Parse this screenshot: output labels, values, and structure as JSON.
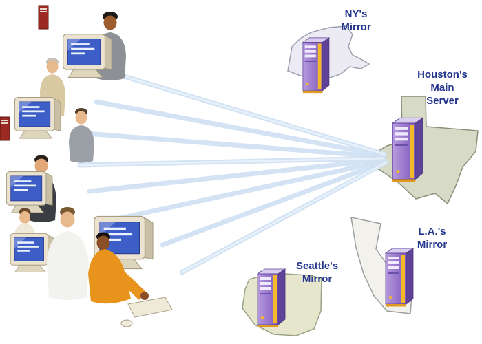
{
  "diagram": {
    "labels": {
      "ny": "NY's\nMirror",
      "houston": "Houston's\nMain\nServer",
      "la": "L.A.'s\nMirror",
      "seattle": "Seattle's\nMirror"
    },
    "colors": {
      "background": "#ffffff",
      "label_text": "#24368e",
      "beam": "#d2e2f4",
      "server_body": "#8f6cc5",
      "server_accent": "#f3b929",
      "state_texas_fill": "#d6dac6",
      "state_newyork_fill": "#eceaf2",
      "state_california_fill": "#f2f1ec",
      "state_washington_fill": "#e6e6cc"
    },
    "icons": {
      "server": "server-tower-icon",
      "clients": "users-at-computers-cluster",
      "ny_state": "new-york-state-shape",
      "texas_state": "texas-state-shape",
      "california_state": "california-state-shape",
      "washington_state": "washington-state-shape"
    },
    "connections": {
      "count": 8,
      "from": "client computers",
      "to": "Houston's Main Server"
    }
  }
}
